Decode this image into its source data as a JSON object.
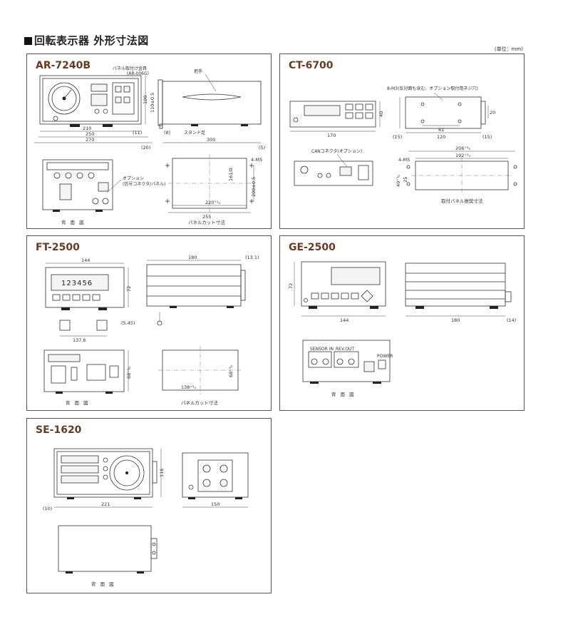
{
  "header": {
    "title": "回転表示器 外形寸法図",
    "unit": "(単位：mm)"
  },
  "ar7240b": {
    "title": "AR-7240B",
    "labels": {
      "panel_mount": "パネル取付け金具",
      "panel_mount_model": "(AR-006G)",
      "handle": "把手",
      "stand": "スタンド足",
      "option": "オプション",
      "option_detail": "(信号コネクタ/パネル)",
      "mounting": "4-M5",
      "rear_view": "背 面 図",
      "panel_cut": "パネルカット寸法"
    },
    "dims": {
      "d210": "210",
      "d250": "250",
      "d270": "270",
      "d11": "(11)",
      "d300": "300",
      "d20": "(20)",
      "d8": "(8)",
      "d5": "(5)",
      "d100": "100",
      "d11040": "110±0.5",
      "d1610": "161/0",
      "d220": "220⁺¹₀",
      "d255": "255",
      "d2000": "200±0.5"
    }
  },
  "ct6700": {
    "title": "CT-6700",
    "labels": {
      "screw": "8-M3(反対面も含む、オプション取付用ネジ穴)",
      "can": "CANコネクタ(オプション)",
      "mount": "4-M5",
      "panel_cut": "取付パネル推奨寸法"
    },
    "dims": {
      "d170": "170",
      "d40": "40",
      "d20": "20",
      "d81": "81",
      "d120": "120",
      "d15a": "(15)",
      "d15b": "(15)",
      "d206": "206⁺¹₀",
      "d192": "192⁺¹₀",
      "d25": "25",
      "d49": "49⁺¹₀"
    }
  },
  "ft2500": {
    "title": "FT-2500",
    "display": "123456",
    "labels": {
      "rear_view": "背 面 図",
      "panel_cut": "パネルカット寸法"
    },
    "dims": {
      "d144": "144",
      "d180": "180",
      "d131": "(13.1)",
      "d72": "72",
      "d1376": "137.6",
      "d1380": "138⁺¹₀",
      "d686": "68⁺¹₀",
      "d545": "(5.45)"
    }
  },
  "ge2500": {
    "title": "GE-2500",
    "labels": {
      "sensor_in": "SENSOR IN",
      "rev_out": "REV.OUT",
      "power": "POWER",
      "rear_view": "背 面 図"
    },
    "dims": {
      "d72": "72",
      "d144": "144",
      "d180": "180",
      "d14": "(14)"
    }
  },
  "se1620": {
    "title": "SE-1620",
    "labels": {
      "rear_view": "背 面 図"
    },
    "dims": {
      "d10": "(10)",
      "d221": "221",
      "d150": "150",
      "d116": "116"
    }
  }
}
